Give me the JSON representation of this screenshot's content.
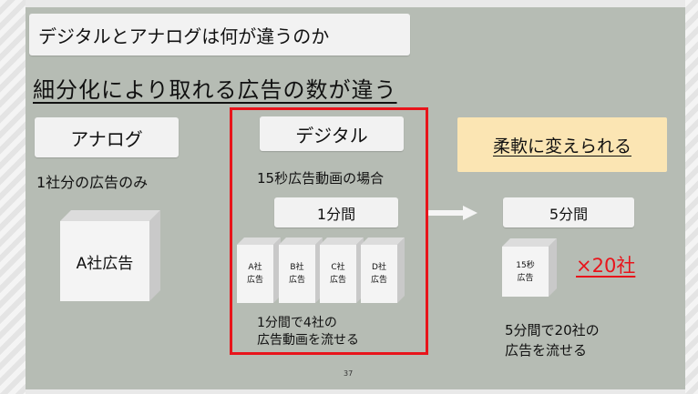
{
  "slide": {
    "title": "デジタルとアナログは何が違うのか",
    "subtitle": "細分化により取れる広告の数が違う",
    "page_number": "37"
  },
  "analog": {
    "label": "アナログ",
    "note": "1社分の広告のみ",
    "block_label": "A社広告"
  },
  "digital": {
    "label": "デジタル",
    "note": "15秒広告動画の場合",
    "duration": "1分間",
    "blocks": [
      {
        "company": "A社",
        "text": "広告"
      },
      {
        "company": "B社",
        "text": "広告"
      },
      {
        "company": "C社",
        "text": "広告"
      },
      {
        "company": "D社",
        "text": "広告"
      }
    ],
    "result_line1": "1分間で4社の",
    "result_line2": "広告動画を流せる"
  },
  "flexible": {
    "headline": "柔軟に変えられる",
    "duration": "5分間",
    "block_line1": "15秒",
    "block_line2": "広告",
    "multiplier": "×20社",
    "result_line1": "5分間で20社の",
    "result_line2": "広告を流せる"
  },
  "colors": {
    "slide_bg": "#b6bcb4",
    "box_bg": "#f2f2f2",
    "accent_red": "#e8141b",
    "highlight_bg": "#fbe5b3"
  }
}
